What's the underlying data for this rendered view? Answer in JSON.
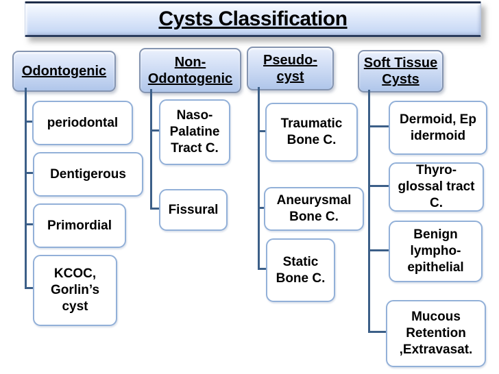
{
  "slide": {
    "title": "Cysts Classification"
  },
  "colors": {
    "connector": "#3c5f88",
    "node_border": "#92b0d8",
    "header_border": "#8494b0",
    "header_fill_top": "#eaf0fc",
    "header_fill_bottom": "#b0c6ea",
    "title_fill_top": "#f8fbff",
    "title_fill_bottom": "#c3d5f4",
    "text": "#000000",
    "background": "#ffffff"
  },
  "tree": {
    "columns": [
      {
        "header": "Odontogenic",
        "items": [
          {
            "label": "periodontal"
          },
          {
            "label": "Dentigerous"
          },
          {
            "label": "Primordial"
          },
          {
            "label": "KCOC,\nGorlin’s\ncyst"
          }
        ]
      },
      {
        "header": "Non-\nOdontogenic",
        "items": [
          {
            "label": "Naso-\nPalatine\nTract C."
          },
          {
            "label": "Fissural"
          }
        ]
      },
      {
        "header": "Pseudo-\ncyst",
        "items": [
          {
            "label": "Traumatic\nBone C."
          },
          {
            "label": "Aneurysmal\nBone C."
          },
          {
            "label": "Static\nBone C."
          }
        ]
      },
      {
        "header": "Soft Tissue\nCysts",
        "items": [
          {
            "label": "Dermoid, Ep\nidermoid"
          },
          {
            "label": "Thyro-\nglossal tract\nC."
          },
          {
            "label": "Benign\nlympho-\nepithelial"
          },
          {
            "label": "Mucous\nRetention\n,Extravasat."
          }
        ]
      }
    ]
  }
}
